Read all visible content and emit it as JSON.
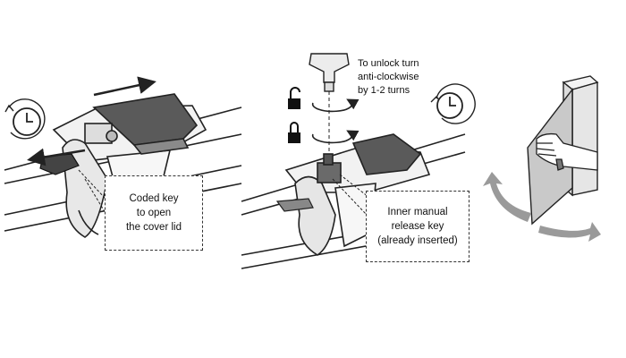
{
  "panels": {
    "left": {
      "callout": "Coded key\nto open\nthe cover lid",
      "icons": [
        "clock-icon",
        "arrow-left-icon",
        "arrow-right-icon"
      ]
    },
    "middle": {
      "instruction": "To unlock turn\nanti-clockwise\nby 1-2 turns",
      "callout": "Inner manual\nrelease key\n(already inserted)",
      "icons": [
        "key-icon",
        "unlocked-padlock-icon",
        "locked-padlock-icon",
        "anticlockwise-clock-icon"
      ]
    },
    "right": {
      "icons": [
        "hand-icon",
        "door-panel-icon",
        "swing-arrows-icon"
      ]
    }
  },
  "colors": {
    "line": "#222222",
    "lid": "#5a5a5a",
    "grey_arrow": "#9a9a9a",
    "panel": "#c9c9c9"
  }
}
